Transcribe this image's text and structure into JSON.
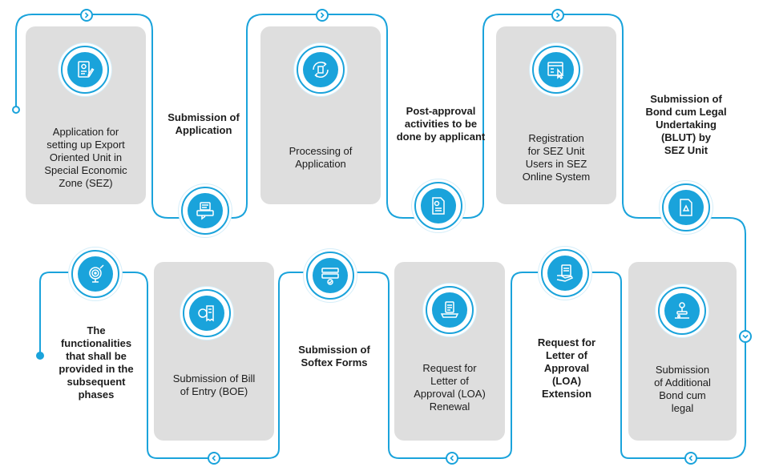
{
  "steps": [
    {
      "text": "Application for\nsetting up Export\nOriented Unit in\nSpecial Economic\nZone (SEZ)",
      "icon": "application-form-icon"
    },
    {
      "text": "Submission of\nApplication",
      "icon": "submit-document-icon"
    },
    {
      "text": "Processing of\nApplication",
      "icon": "document-refresh-icon"
    },
    {
      "text": "Post-approval\nactivities to be\ndone by applicant",
      "icon": "certificate-document-icon"
    },
    {
      "text": "Registration\nfor SEZ Unit\nUsers in SEZ\nOnline System",
      "icon": "web-form-click-icon"
    },
    {
      "text": "Submission of\nBond cum Legal\nUndertaking\n(BLUT) by\nSEZ Unit",
      "icon": "recycle-document-icon"
    },
    {
      "text": "Submission\nof Additional\nBond cum\nlegal",
      "icon": "stamp-document-icon"
    },
    {
      "text": "Request for\nLetter of\nApproval\n(LOA)\nExtension",
      "icon": "hand-document-icon"
    },
    {
      "text": "Request for\nLetter of\nApproval (LOA)\nRenewal",
      "icon": "laptop-document-icon"
    },
    {
      "text": "Submission of\nSoftex Forms",
      "icon": "form-fields-icon"
    },
    {
      "text": "Submission of Bill\nof Entry (BOE)",
      "icon": "coin-receipt-icon"
    },
    {
      "text": "The\nfunctionalities\nthat shall be\nprovided in the\nsubsequent\nphases",
      "icon": "target-ideas-icon"
    }
  ],
  "colors": {
    "accent": "#1aa3db",
    "card": "#dedede",
    "text": "#1c1c1c"
  }
}
